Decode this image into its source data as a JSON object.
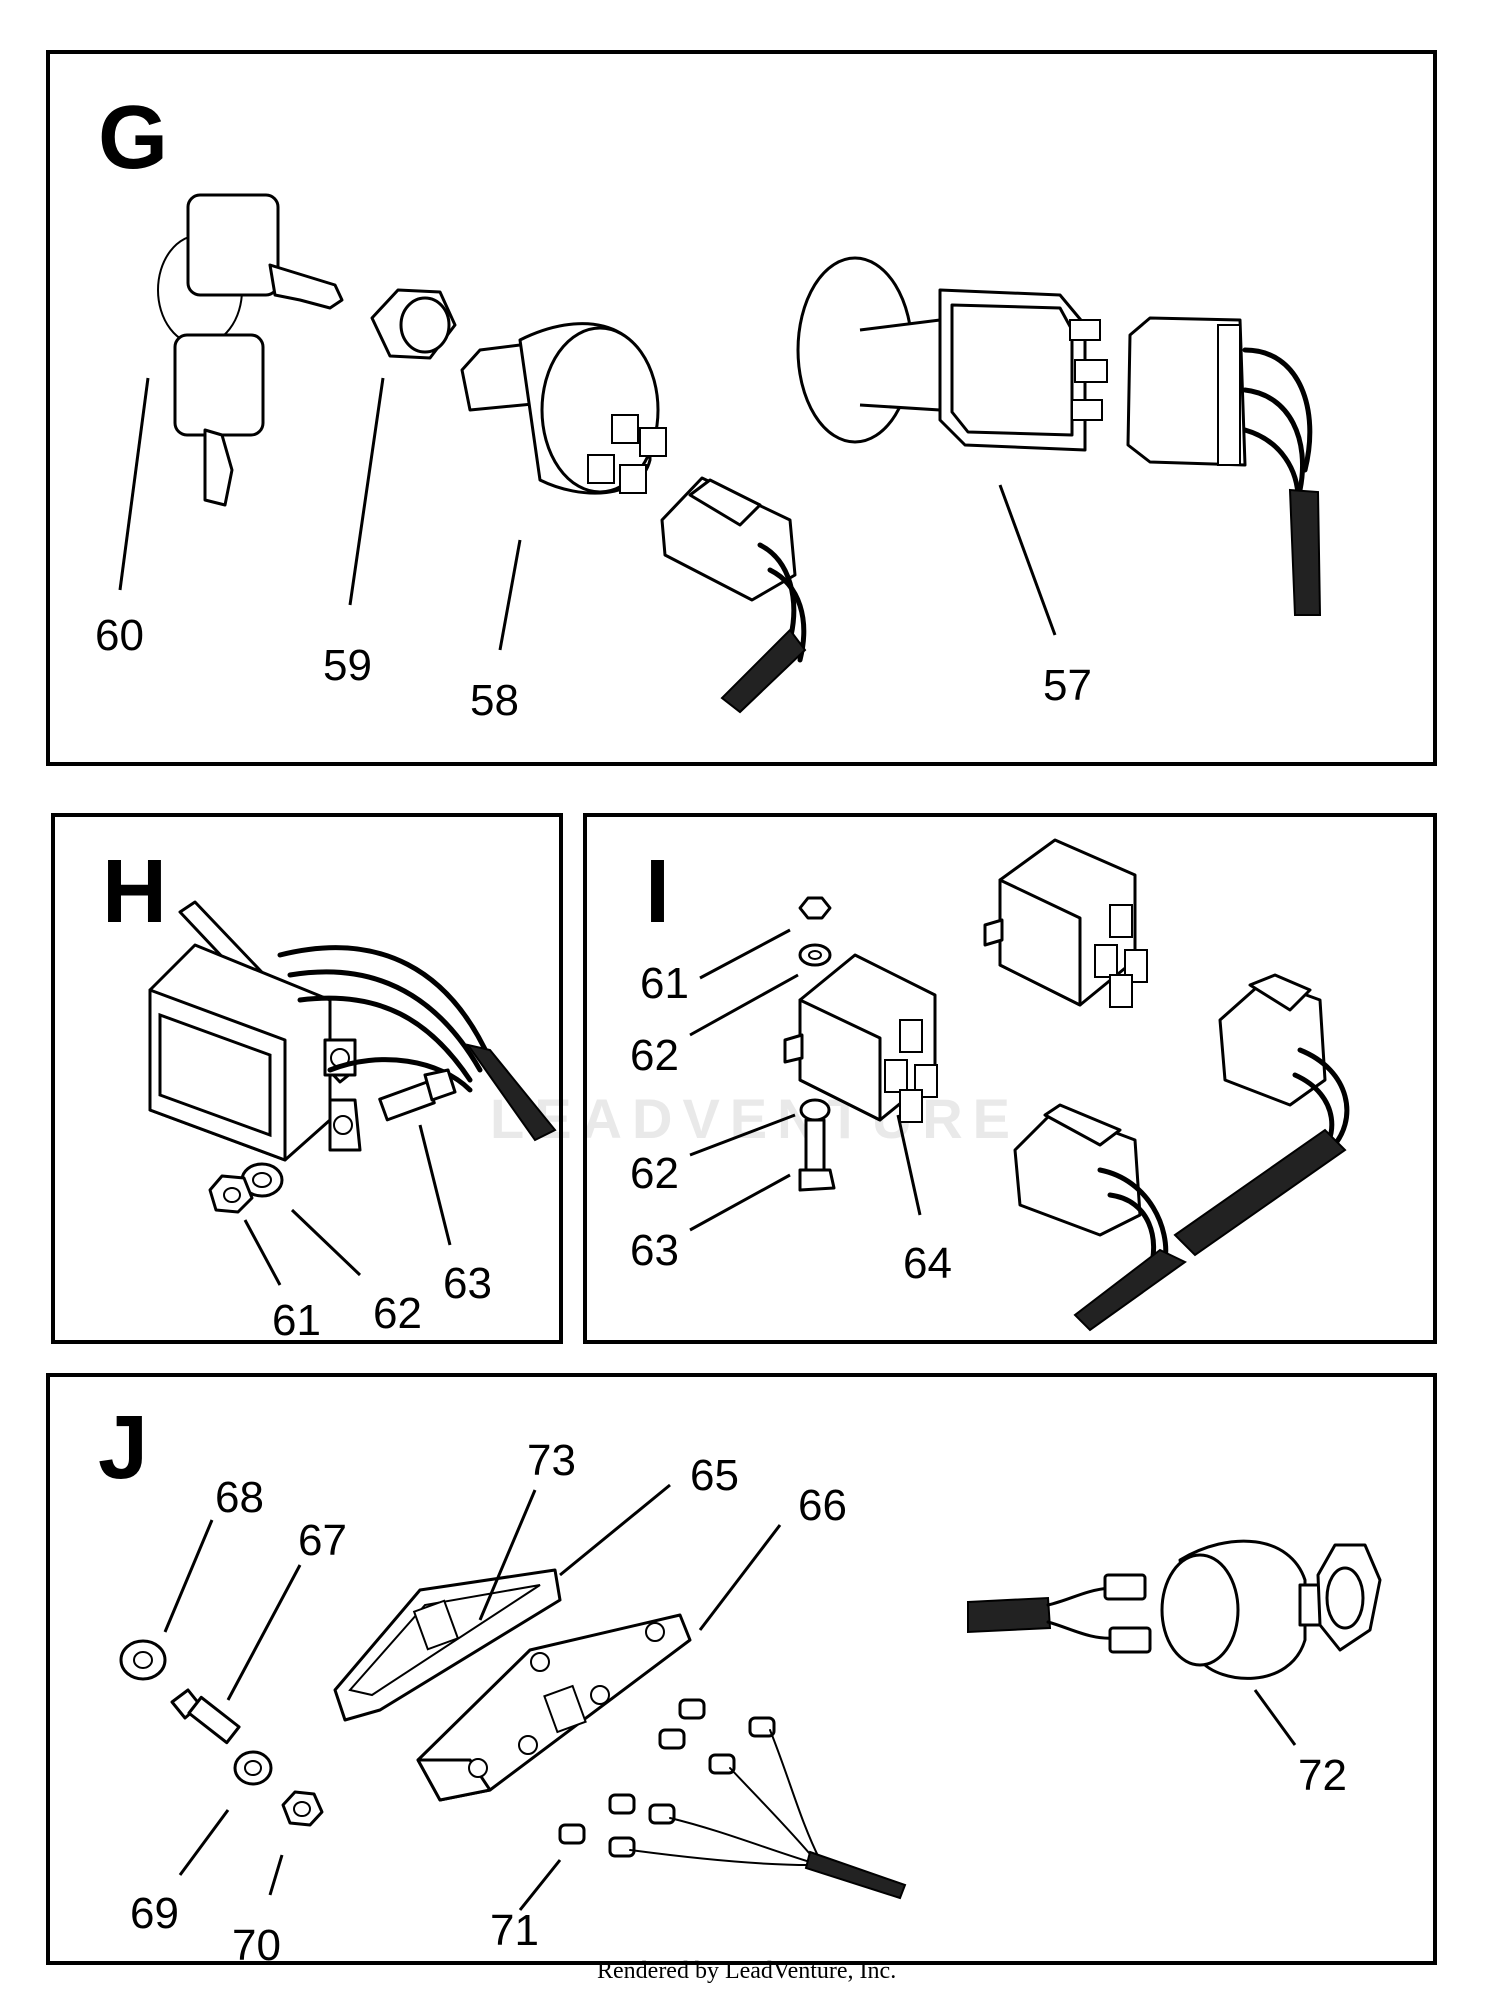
{
  "panels": [
    {
      "letter": "G",
      "callouts": [
        "60",
        "59",
        "58",
        "57"
      ]
    },
    {
      "letter": "H",
      "callouts": [
        "61",
        "62",
        "63"
      ]
    },
    {
      "letter": "I",
      "callouts": [
        "61",
        "62",
        "62",
        "63",
        "64"
      ]
    },
    {
      "letter": "J",
      "callouts": [
        "68",
        "67",
        "73",
        "65",
        "66",
        "69",
        "70",
        "71",
        "72"
      ]
    }
  ],
  "watermark": "LEADVENTURE",
  "credit": "Rendered by LeadVenture, Inc."
}
